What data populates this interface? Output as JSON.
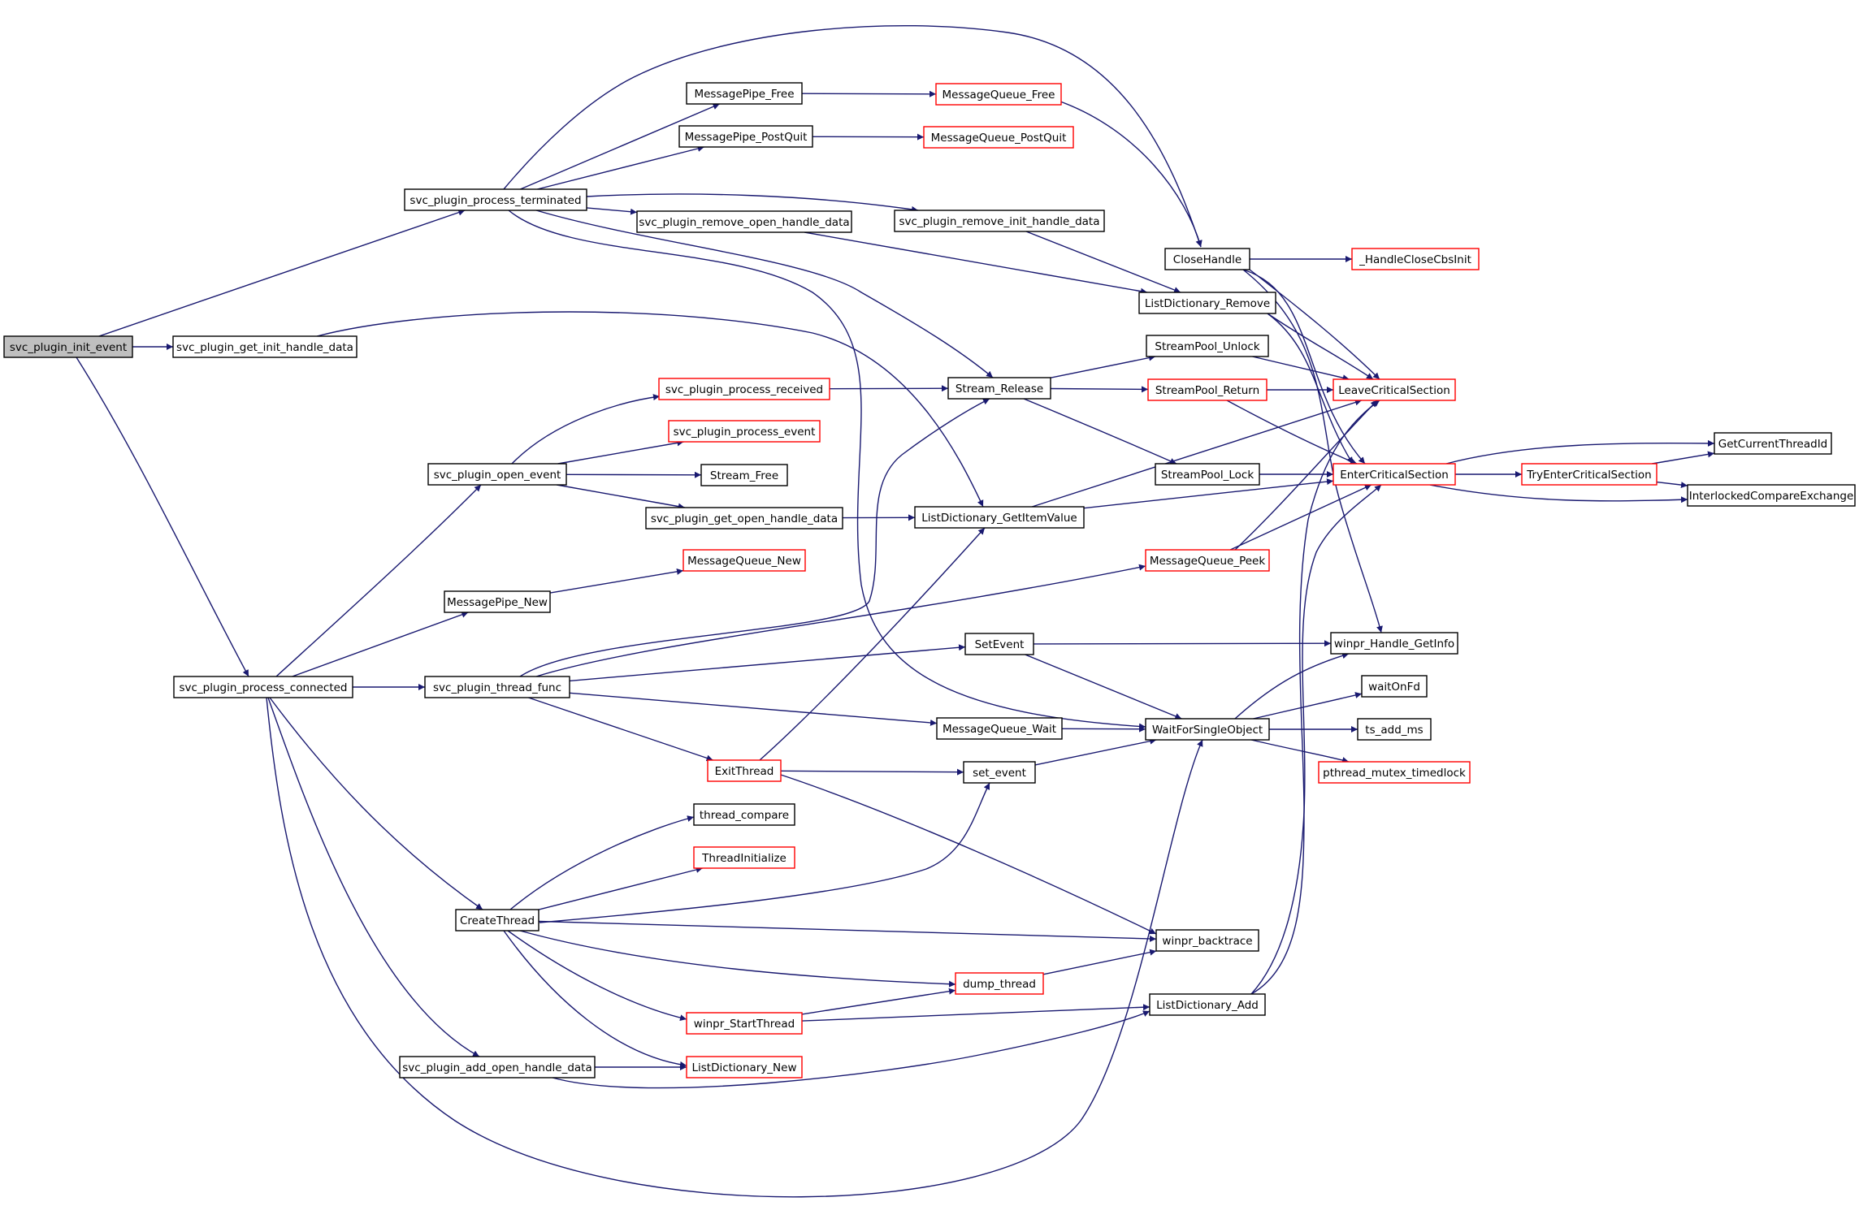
{
  "colors": {
    "edge": "#191970",
    "normal_border": "#000000",
    "external_border": "#ff0000",
    "root_fill": "#bfbfbf",
    "node_fill": "#ffffff"
  },
  "nodes": [
    {
      "id": "svc_plugin_init_event",
      "label": "svc_plugin_init_event",
      "style": "root"
    },
    {
      "id": "svc_plugin_get_init_handle_data",
      "label": "svc_plugin_get_init_handle_data",
      "style": "normal"
    },
    {
      "id": "svc_plugin_process_connected",
      "label": "svc_plugin_process_connected",
      "style": "normal"
    },
    {
      "id": "svc_plugin_process_terminated",
      "label": "svc_plugin_process_terminated",
      "style": "normal"
    },
    {
      "id": "MessagePipe_Free",
      "label": "MessagePipe_Free",
      "style": "normal"
    },
    {
      "id": "MessageQueue_Free",
      "label": "MessageQueue_Free",
      "style": "external"
    },
    {
      "id": "MessagePipe_PostQuit",
      "label": "MessagePipe_PostQuit",
      "style": "normal"
    },
    {
      "id": "MessageQueue_PostQuit",
      "label": "MessageQueue_PostQuit",
      "style": "external"
    },
    {
      "id": "svc_plugin_remove_open_handle_data",
      "label": "svc_plugin_remove_open_handle_data",
      "style": "normal"
    },
    {
      "id": "svc_plugin_remove_init_handle_data",
      "label": "svc_plugin_remove_init_handle_data",
      "style": "normal"
    },
    {
      "id": "CloseHandle",
      "label": "CloseHandle",
      "style": "normal"
    },
    {
      "id": "_HandleCloseCbsInit",
      "label": "_HandleCloseCbsInit",
      "style": "external"
    },
    {
      "id": "ListDictionary_Remove",
      "label": "ListDictionary_Remove",
      "style": "normal"
    },
    {
      "id": "StreamPool_Unlock",
      "label": "StreamPool_Unlock",
      "style": "normal"
    },
    {
      "id": "LeaveCriticalSection",
      "label": "LeaveCriticalSection",
      "style": "external"
    },
    {
      "id": "svc_plugin_process_received",
      "label": "svc_plugin_process_received",
      "style": "external"
    },
    {
      "id": "Stream_Release",
      "label": "Stream_Release",
      "style": "normal"
    },
    {
      "id": "StreamPool_Return",
      "label": "StreamPool_Return",
      "style": "external"
    },
    {
      "id": "svc_plugin_process_event",
      "label": "svc_plugin_process_event",
      "style": "external"
    },
    {
      "id": "GetCurrentThreadId",
      "label": "GetCurrentThreadId",
      "style": "normal"
    },
    {
      "id": "svc_plugin_open_event",
      "label": "svc_plugin_open_event",
      "style": "normal"
    },
    {
      "id": "Stream_Free",
      "label": "Stream_Free",
      "style": "normal"
    },
    {
      "id": "StreamPool_Lock",
      "label": "StreamPool_Lock",
      "style": "normal"
    },
    {
      "id": "EnterCriticalSection",
      "label": "EnterCriticalSection",
      "style": "external"
    },
    {
      "id": "TryEnterCriticalSection",
      "label": "TryEnterCriticalSection",
      "style": "external"
    },
    {
      "id": "InterlockedCompareExchange",
      "label": "InterlockedCompareExchange",
      "style": "normal"
    },
    {
      "id": "svc_plugin_get_open_handle_data",
      "label": "svc_plugin_get_open_handle_data",
      "style": "normal"
    },
    {
      "id": "ListDictionary_GetItemValue",
      "label": "ListDictionary_GetItemValue",
      "style": "normal"
    },
    {
      "id": "MessageQueue_New",
      "label": "MessageQueue_New",
      "style": "external"
    },
    {
      "id": "MessageQueue_Peek",
      "label": "MessageQueue_Peek",
      "style": "external"
    },
    {
      "id": "MessagePipe_New",
      "label": "MessagePipe_New",
      "style": "normal"
    },
    {
      "id": "SetEvent",
      "label": "SetEvent",
      "style": "normal"
    },
    {
      "id": "winpr_Handle_GetInfo",
      "label": "winpr_Handle_GetInfo",
      "style": "normal"
    },
    {
      "id": "svc_plugin_thread_func",
      "label": "svc_plugin_thread_func",
      "style": "normal"
    },
    {
      "id": "waitOnFd",
      "label": "waitOnFd",
      "style": "normal"
    },
    {
      "id": "MessageQueue_Wait",
      "label": "MessageQueue_Wait",
      "style": "normal"
    },
    {
      "id": "WaitForSingleObject",
      "label": "WaitForSingleObject",
      "style": "normal"
    },
    {
      "id": "ts_add_ms",
      "label": "ts_add_ms",
      "style": "normal"
    },
    {
      "id": "ExitThread",
      "label": "ExitThread",
      "style": "external"
    },
    {
      "id": "set_event",
      "label": "set_event",
      "style": "normal"
    },
    {
      "id": "pthread_mutex_timedlock",
      "label": "pthread_mutex_timedlock",
      "style": "external"
    },
    {
      "id": "thread_compare",
      "label": "thread_compare",
      "style": "normal"
    },
    {
      "id": "ThreadInitialize",
      "label": "ThreadInitialize",
      "style": "external"
    },
    {
      "id": "CreateThread",
      "label": "CreateThread",
      "style": "normal"
    },
    {
      "id": "winpr_backtrace",
      "label": "winpr_backtrace",
      "style": "normal"
    },
    {
      "id": "dump_thread",
      "label": "dump_thread",
      "style": "external"
    },
    {
      "id": "winpr_StartThread",
      "label": "winpr_StartThread",
      "style": "external"
    },
    {
      "id": "ListDictionary_Add",
      "label": "ListDictionary_Add",
      "style": "normal"
    },
    {
      "id": "svc_plugin_add_open_handle_data",
      "label": "svc_plugin_add_open_handle_data",
      "style": "normal"
    },
    {
      "id": "ListDictionary_New",
      "label": "ListDictionary_New",
      "style": "external"
    }
  ],
  "edges": [
    [
      "svc_plugin_init_event",
      "svc_plugin_process_terminated"
    ],
    [
      "svc_plugin_init_event",
      "svc_plugin_get_init_handle_data"
    ],
    [
      "svc_plugin_init_event",
      "svc_plugin_process_connected"
    ],
    [
      "svc_plugin_get_init_handle_data",
      "ListDictionary_GetItemValue"
    ],
    [
      "svc_plugin_process_terminated",
      "MessagePipe_Free"
    ],
    [
      "svc_plugin_process_terminated",
      "MessagePipe_PostQuit"
    ],
    [
      "svc_plugin_process_terminated",
      "svc_plugin_remove_open_handle_data"
    ],
    [
      "svc_plugin_process_terminated",
      "svc_plugin_remove_init_handle_data"
    ],
    [
      "svc_plugin_process_terminated",
      "CloseHandle"
    ],
    [
      "svc_plugin_process_terminated",
      "Stream_Release"
    ],
    [
      "svc_plugin_process_terminated",
      "WaitForSingleObject"
    ],
    [
      "MessagePipe_Free",
      "MessageQueue_Free"
    ],
    [
      "MessageQueue_Free",
      "CloseHandle"
    ],
    [
      "MessagePipe_PostQuit",
      "MessageQueue_PostQuit"
    ],
    [
      "svc_plugin_remove_open_handle_data",
      "ListDictionary_Remove"
    ],
    [
      "svc_plugin_remove_init_handle_data",
      "ListDictionary_Remove"
    ],
    [
      "CloseHandle",
      "_HandleCloseCbsInit"
    ],
    [
      "CloseHandle",
      "LeaveCriticalSection"
    ],
    [
      "CloseHandle",
      "EnterCriticalSection"
    ],
    [
      "CloseHandle",
      "winpr_Handle_GetInfo"
    ],
    [
      "ListDictionary_Remove",
      "LeaveCriticalSection"
    ],
    [
      "ListDictionary_Remove",
      "EnterCriticalSection"
    ],
    [
      "Stream_Release",
      "StreamPool_Unlock"
    ],
    [
      "Stream_Release",
      "StreamPool_Return"
    ],
    [
      "Stream_Release",
      "StreamPool_Lock"
    ],
    [
      "StreamPool_Unlock",
      "LeaveCriticalSection"
    ],
    [
      "StreamPool_Return",
      "LeaveCriticalSection"
    ],
    [
      "StreamPool_Return",
      "EnterCriticalSection"
    ],
    [
      "StreamPool_Lock",
      "EnterCriticalSection"
    ],
    [
      "svc_plugin_process_received",
      "Stream_Release"
    ],
    [
      "svc_plugin_open_event",
      "svc_plugin_process_received"
    ],
    [
      "svc_plugin_open_event",
      "svc_plugin_process_event"
    ],
    [
      "svc_plugin_open_event",
      "Stream_Free"
    ],
    [
      "svc_plugin_open_event",
      "svc_plugin_get_open_handle_data"
    ],
    [
      "svc_plugin_get_open_handle_data",
      "ListDictionary_GetItemValue"
    ],
    [
      "ListDictionary_GetItemValue",
      "LeaveCriticalSection"
    ],
    [
      "ListDictionary_GetItemValue",
      "EnterCriticalSection"
    ],
    [
      "EnterCriticalSection",
      "GetCurrentThreadId"
    ],
    [
      "EnterCriticalSection",
      "TryEnterCriticalSection"
    ],
    [
      "EnterCriticalSection",
      "InterlockedCompareExchange"
    ],
    [
      "TryEnterCriticalSection",
      "GetCurrentThreadId"
    ],
    [
      "TryEnterCriticalSection",
      "InterlockedCompareExchange"
    ],
    [
      "MessagePipe_New",
      "MessageQueue_New"
    ],
    [
      "MessageQueue_Peek",
      "LeaveCriticalSection"
    ],
    [
      "MessageQueue_Peek",
      "EnterCriticalSection"
    ],
    [
      "svc_plugin_process_connected",
      "svc_plugin_open_event"
    ],
    [
      "svc_plugin_process_connected",
      "MessagePipe_New"
    ],
    [
      "svc_plugin_process_connected",
      "svc_plugin_thread_func"
    ],
    [
      "svc_plugin_process_connected",
      "CreateThread"
    ],
    [
      "svc_plugin_process_connected",
      "svc_plugin_add_open_handle_data"
    ],
    [
      "svc_plugin_process_connected",
      "WaitForSingleObject"
    ],
    [
      "svc_plugin_thread_func",
      "Stream_Release"
    ],
    [
      "svc_plugin_thread_func",
      "MessageQueue_Peek"
    ],
    [
      "svc_plugin_thread_func",
      "SetEvent"
    ],
    [
      "svc_plugin_thread_func",
      "MessageQueue_Wait"
    ],
    [
      "svc_plugin_thread_func",
      "ExitThread"
    ],
    [
      "SetEvent",
      "winpr_Handle_GetInfo"
    ],
    [
      "SetEvent",
      "WaitForSingleObject"
    ],
    [
      "MessageQueue_Wait",
      "WaitForSingleObject"
    ],
    [
      "WaitForSingleObject",
      "winpr_Handle_GetInfo"
    ],
    [
      "WaitForSingleObject",
      "waitOnFd"
    ],
    [
      "WaitForSingleObject",
      "ts_add_ms"
    ],
    [
      "WaitForSingleObject",
      "pthread_mutex_timedlock"
    ],
    [
      "ExitThread",
      "ListDictionary_GetItemValue"
    ],
    [
      "ExitThread",
      "set_event"
    ],
    [
      "ExitThread",
      "winpr_backtrace"
    ],
    [
      "set_event",
      "WaitForSingleObject"
    ],
    [
      "CreateThread",
      "thread_compare"
    ],
    [
      "CreateThread",
      "ThreadInitialize"
    ],
    [
      "CreateThread",
      "set_event"
    ],
    [
      "CreateThread",
      "winpr_backtrace"
    ],
    [
      "CreateThread",
      "dump_thread"
    ],
    [
      "CreateThread",
      "winpr_StartThread"
    ],
    [
      "CreateThread",
      "ListDictionary_New"
    ],
    [
      "dump_thread",
      "winpr_backtrace"
    ],
    [
      "winpr_StartThread",
      "dump_thread"
    ],
    [
      "winpr_StartThread",
      "ListDictionary_Add"
    ],
    [
      "ListDictionary_Add",
      "LeaveCriticalSection"
    ],
    [
      "ListDictionary_Add",
      "EnterCriticalSection"
    ],
    [
      "svc_plugin_add_open_handle_data",
      "ListDictionary_New"
    ],
    [
      "svc_plugin_add_open_handle_data",
      "ListDictionary_Add"
    ]
  ]
}
